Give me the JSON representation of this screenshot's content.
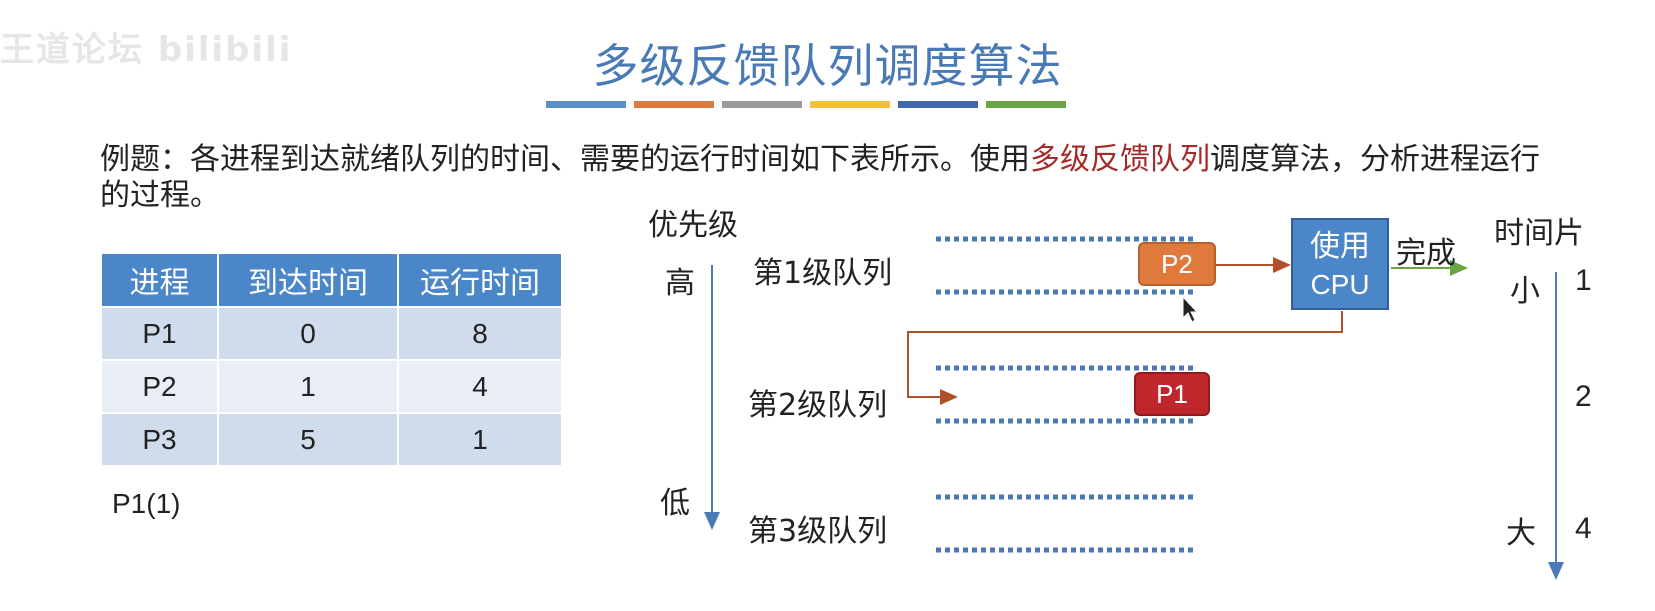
{
  "watermark": "王道论坛 bilibili",
  "title": "多级反馈队列调度算法",
  "title_bar_colors": [
    "#5b8fcc",
    "#dd7a3c",
    "#9a9a9a",
    "#f2bf3a",
    "#3f67b0",
    "#6aa544"
  ],
  "description": {
    "part1": "例题：各进程到达就绪队列的时间、需要的运行时间如下表所示。使用",
    "highlight": "多级反馈队列",
    "part2": "调度算法，分析进程运行的过程。"
  },
  "table": {
    "headers": [
      "进程",
      "到达时间",
      "运行时间"
    ],
    "rows": [
      [
        "P1",
        "0",
        "8"
      ],
      [
        "P2",
        "1",
        "4"
      ],
      [
        "P3",
        "5",
        "1"
      ]
    ]
  },
  "note": "P1(1)",
  "diagram": {
    "priority_label": "优先级",
    "high_label": "高",
    "low_label": "低",
    "queues": [
      "第1级队列",
      "第2级队列",
      "第3级队列"
    ],
    "cpu_label_line1": "使用",
    "cpu_label_line2": "CPU",
    "done_label": "完成",
    "p2_label": "P2",
    "p1_label": "P1",
    "timeslice_label": "时间片",
    "small_label": "小",
    "large_label": "大",
    "timeslices": [
      "1",
      "2",
      "4"
    ],
    "colors": {
      "p2": "#e07a3c",
      "p1": "#c0272d",
      "arrow_brown": "#b0502a",
      "arrow_green": "#6aa544",
      "axis_blue": "#4a7ab5"
    }
  }
}
